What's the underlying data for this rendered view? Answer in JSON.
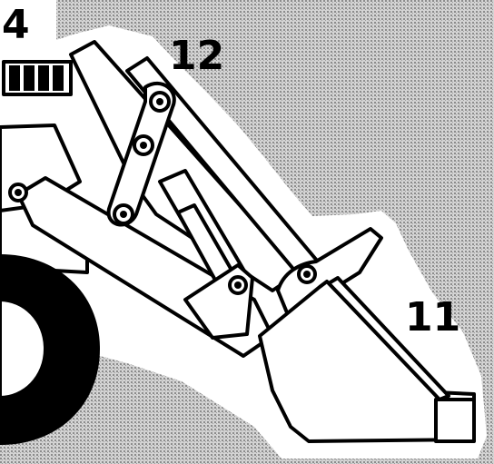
{
  "labels": {
    "part_4": "4",
    "part_12": "12",
    "part_11": "11"
  },
  "colors": {
    "halftone_dark": "#8c8c8c",
    "halftone_light": "#d4d4d4",
    "outline": "#000000",
    "fill": "#ffffff"
  },
  "icons": {
    "illustration": "wheel-loader-arm-and-bucket-line-art"
  }
}
